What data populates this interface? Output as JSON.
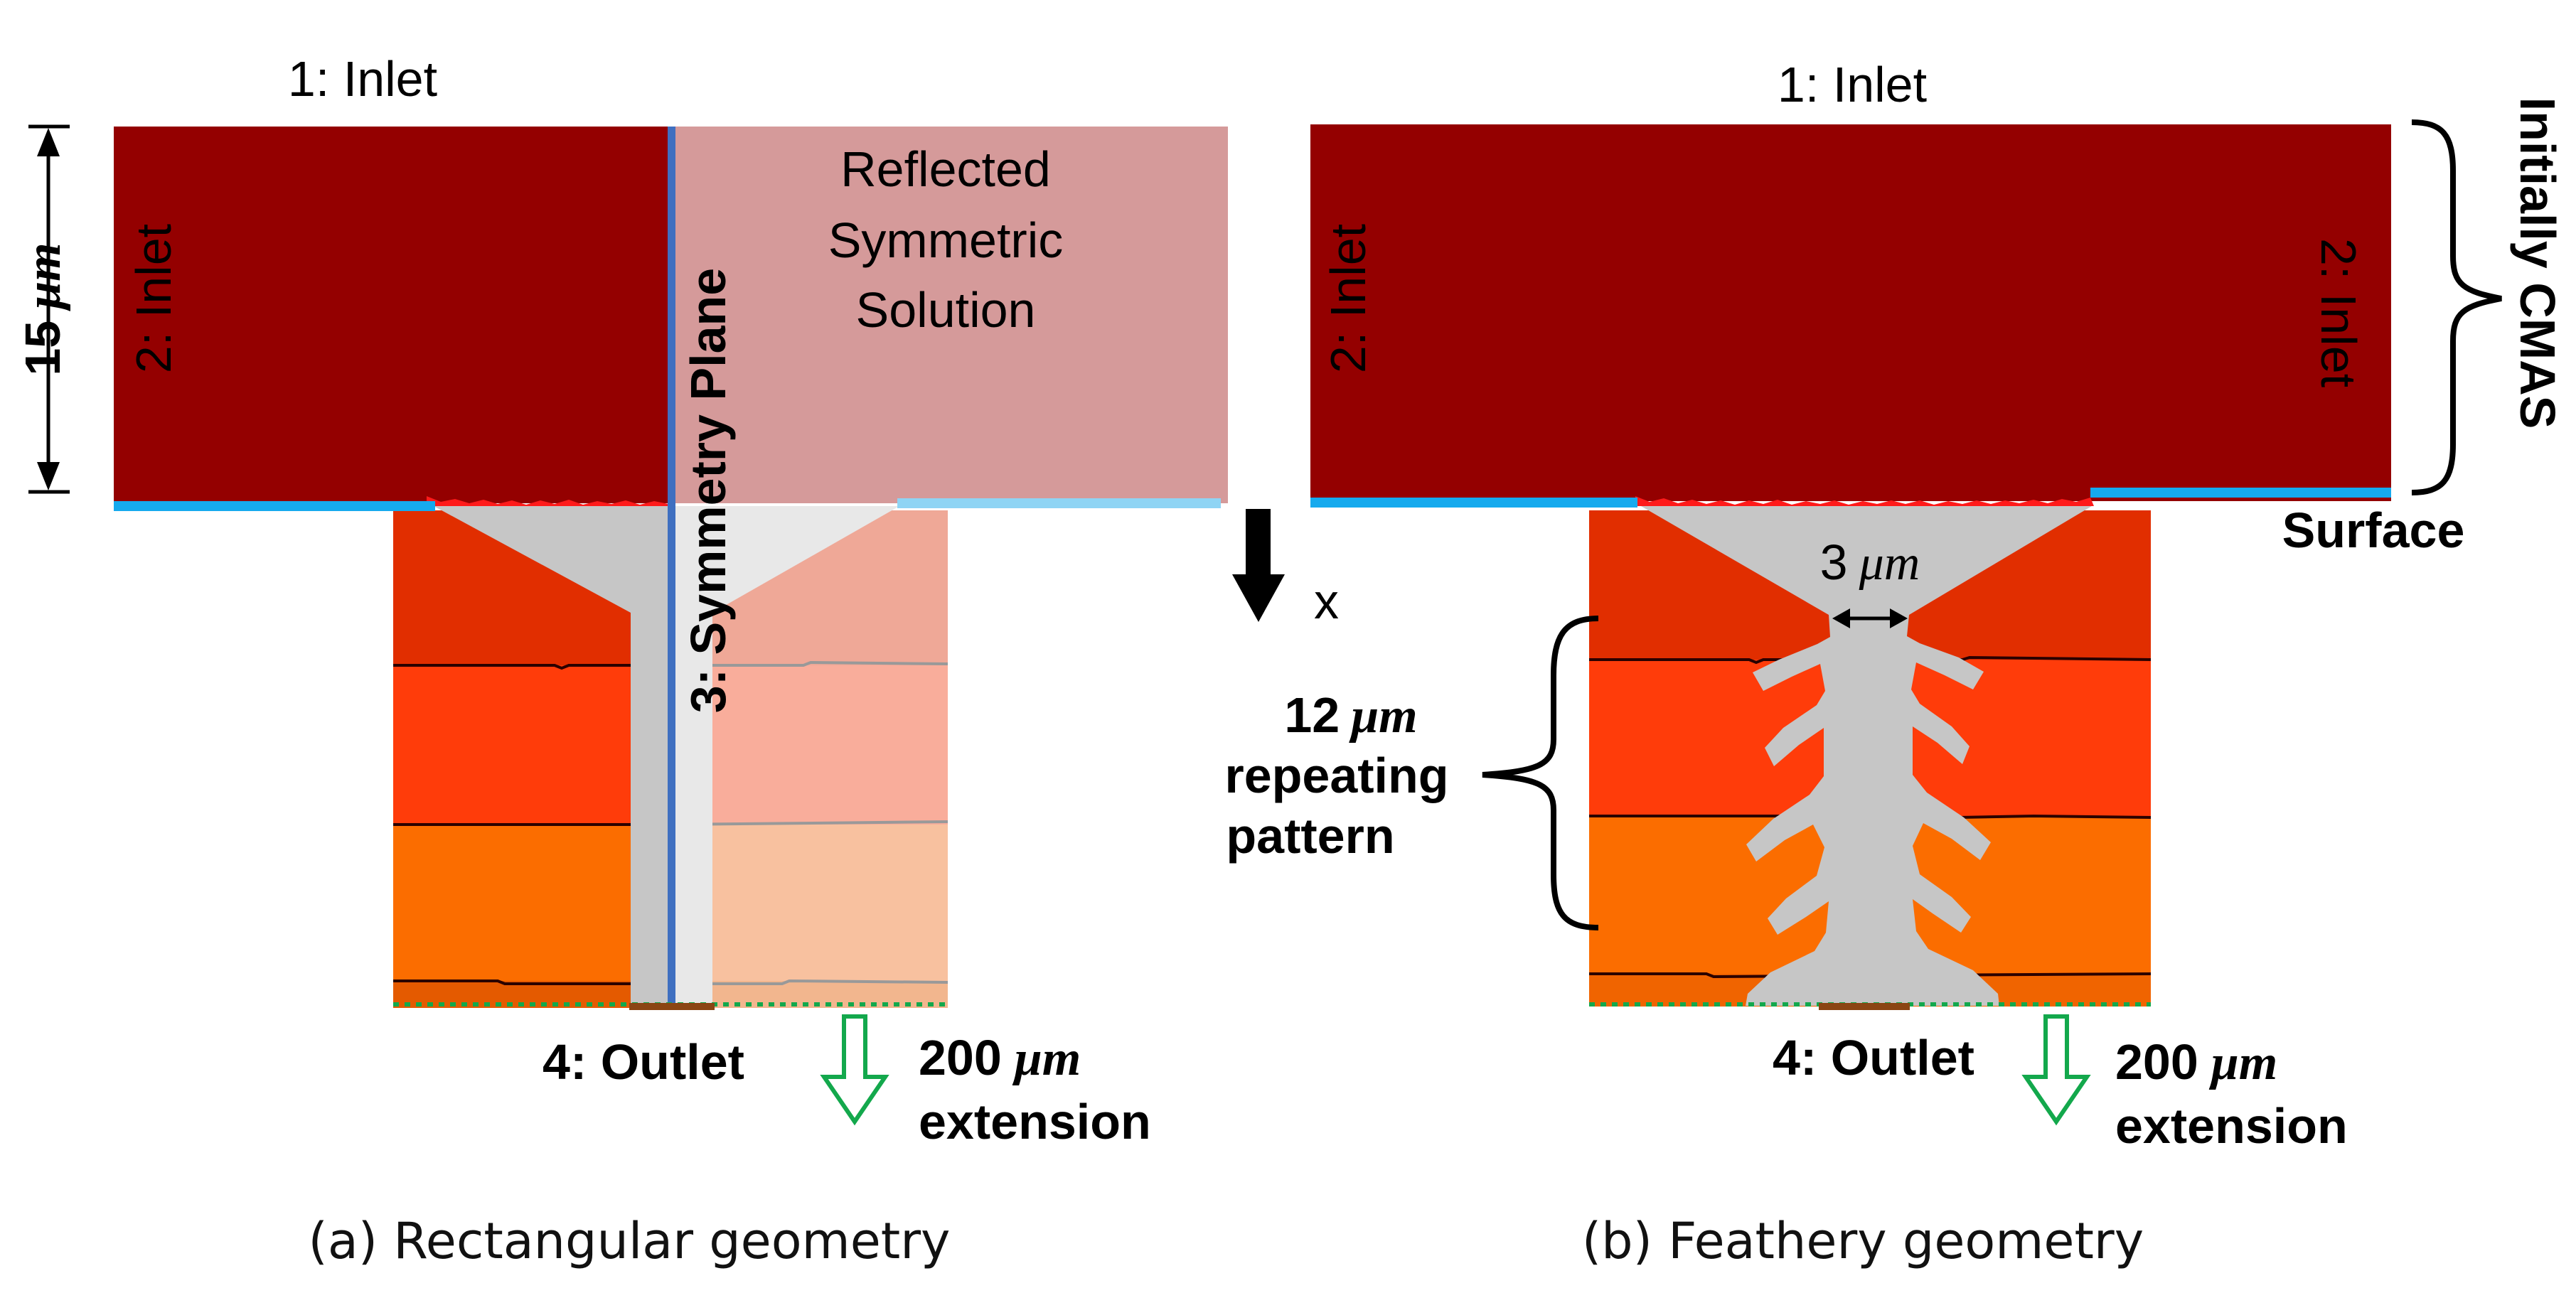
{
  "panel_a": {
    "inlet_top": "1: Inlet",
    "inlet_side": "2: Inlet",
    "dimension_height_value": "15",
    "dimension_height_unit": "μm",
    "reflected_line1": "Reflected",
    "reflected_line2": "Symmetric",
    "reflected_line3": "Solution",
    "symmetry_plane": "3: Symmetry Plane",
    "outlet": "4: Outlet",
    "extension_value": "200",
    "extension_unit": "μm",
    "extension_word": "extension",
    "caption": "(a) Rectangular geometry"
  },
  "panel_b": {
    "inlet_top": "1: Inlet",
    "inlet_left": "2: Inlet",
    "inlet_right": "2: Inlet",
    "initially_cmas": "Initially CMAS",
    "surface": "Surface",
    "gap_value": "3",
    "gap_unit": "μm",
    "repeat_value": "12",
    "repeat_unit": "μm",
    "repeat_line2": "repeating",
    "repeat_line3": "pattern",
    "outlet": "4: Outlet",
    "extension_value": "200",
    "extension_unit": "μm",
    "extension_word": "extension",
    "caption": "(b) Feathery geometry"
  },
  "direction_label": "x",
  "colors": {
    "cmas": "#940000",
    "cmas_reflected": "#d59a9a",
    "surface": "#16aaee",
    "surface_reflected": "#8fd4f4",
    "symmetry": "#3f6fc0",
    "layer1": "#e12e00",
    "layer2": "#ff3c0a",
    "layer3": "#fb6d00",
    "layer1_reflected": "#efa897",
    "layer2_reflected": "#f9ad9b",
    "layer3_reflected": "#f8c19f",
    "pore": "#c6c6c6",
    "outlet": "#8b4513",
    "extension": "#13a84c"
  }
}
